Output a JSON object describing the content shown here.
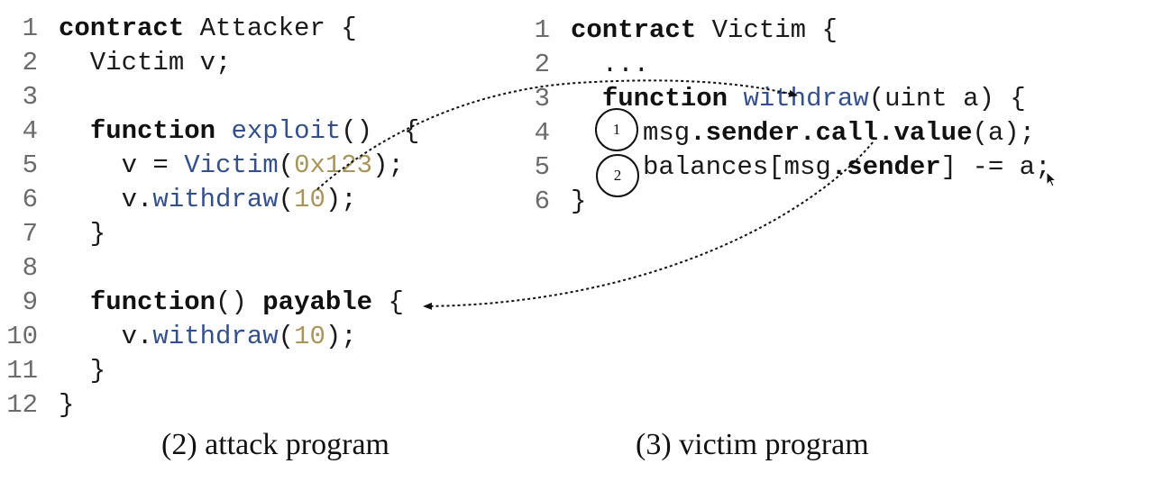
{
  "attacker": {
    "line_numbers": [
      "1",
      "2",
      "3",
      "4",
      "5",
      "6",
      "7",
      "8",
      "9",
      "10",
      "11",
      "12"
    ],
    "l1": {
      "kw": "contract",
      "rest": " Attacker {"
    },
    "l2": {
      "text": "  Victim v;"
    },
    "l4": {
      "indent": "  ",
      "kw": "function",
      "sp": " ",
      "fn": "exploit",
      "rest": "()  {"
    },
    "l5": {
      "indent": "    v = ",
      "fn": "Victim",
      "p1": "(",
      "num": "0x123",
      "rest": ");"
    },
    "l6": {
      "indent": "    v.",
      "fn": "withdraw",
      "p1": "(",
      "num": "10",
      "rest": ");"
    },
    "l7": {
      "text": "  }"
    },
    "l9": {
      "indent": "  ",
      "kw": "function",
      "mid": "() ",
      "kw2": "payable",
      "rest": " {"
    },
    "l10": {
      "indent": "    v.",
      "fn": "withdraw",
      "p1": "(",
      "num": "10",
      "rest": ");"
    },
    "l11": {
      "text": "  }"
    },
    "l12": {
      "text": "}"
    }
  },
  "victim": {
    "line_numbers": [
      "1",
      "2",
      "3",
      "4",
      "5",
      "6"
    ],
    "l1": {
      "kw": "contract",
      "rest": " Victim {"
    },
    "l2": {
      "text": "  ..."
    },
    "l3": {
      "indent": "  ",
      "kw": "function",
      "sp": " ",
      "fn": "withdraw",
      "rest": "(uint a) {"
    },
    "l4": {
      "a": "msg",
      "b": ".sender.call.value",
      "c": "(a);"
    },
    "l5": {
      "a": "balances[msg",
      "b": ".sender",
      "c": "] -= a;"
    },
    "l6": {
      "text": "}"
    },
    "step1": "1",
    "step2": "2"
  },
  "captions": {
    "attack": "(2) attack program",
    "victim": "(3) victim program"
  },
  "colors": {
    "keyword": "#111111",
    "function": "#34508c",
    "number": "#a9955c",
    "line_number": "#6b6b6b"
  }
}
